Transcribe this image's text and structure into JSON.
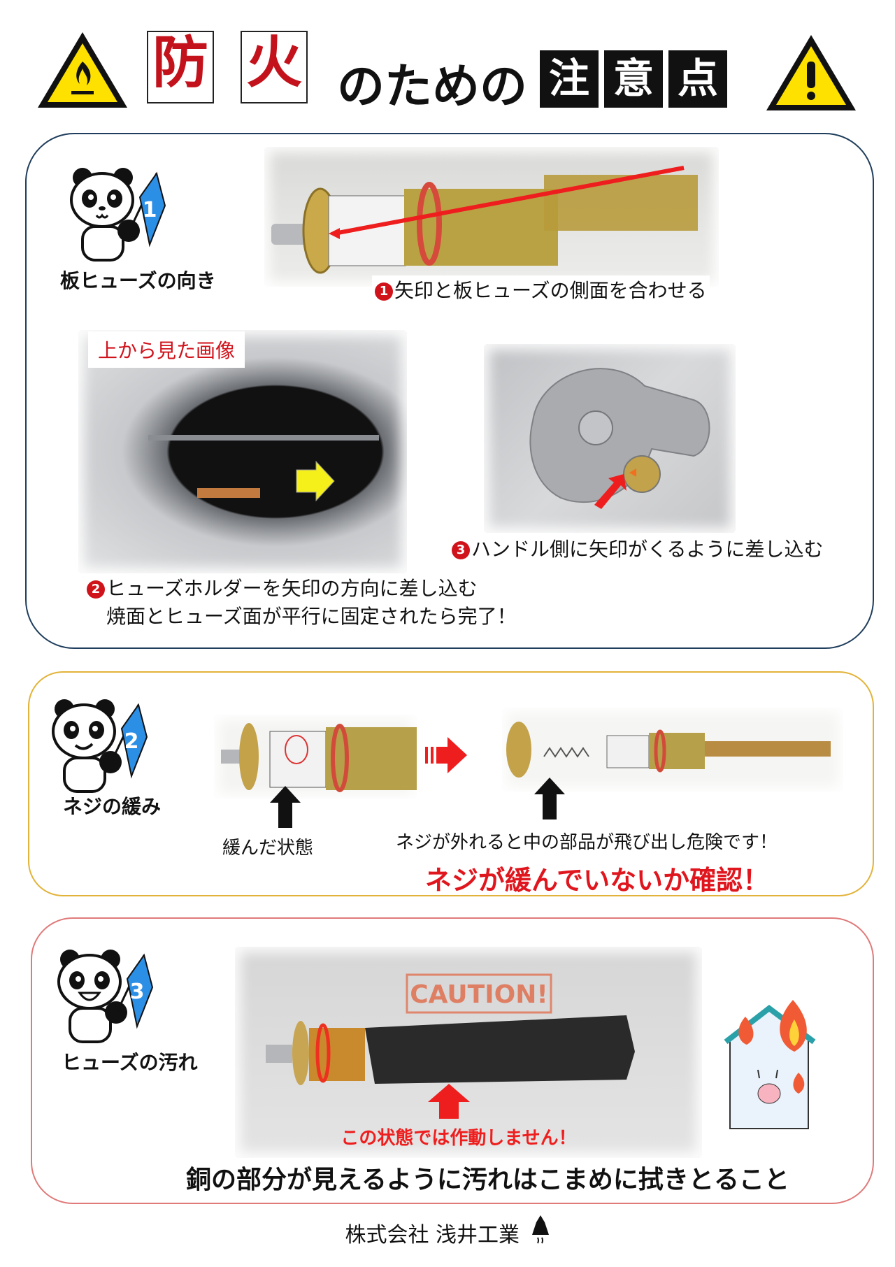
{
  "header": {
    "title_boxed_red": [
      "防",
      "火"
    ],
    "title_middle": "のための",
    "title_boxed_black": [
      "注",
      "意",
      "点"
    ],
    "left_icon": "flammable-warning-icon",
    "right_icon": "exclamation-warning-icon",
    "colors": {
      "red": "#c3121b",
      "yellow": "#ffe100",
      "black": "#111111"
    }
  },
  "sections": [
    {
      "number": "1",
      "label": "板ヒューズの向き",
      "border_color": "#1f3d5c",
      "photo_main_caption_num": "1",
      "photo_main_caption": "矢印と板ヒューズの側面を合わせる",
      "top_view_label": "上から見た画像",
      "step2_num": "2",
      "step2_line1": "ヒューズホルダーを矢印の方向に差し込む",
      "step2_line2": "焼面とヒューズ面が平行に固定されたら完了！",
      "step3_num": "3",
      "step3_caption": "ハンドル側に矢印がくるように差し込む"
    },
    {
      "number": "2",
      "label": "ネジの緩み",
      "border_color": "#e2b33a",
      "loose_caption": "緩んだ状態",
      "danger_caption": "ネジが外れると中の部品が飛び出し危険です！",
      "warning": "ネジが緩んでいないか確認！"
    },
    {
      "number": "3",
      "label": "ヒューズの汚れ",
      "border_color": "#e07a7a",
      "stamp": "CAUTION!",
      "not_working": "この状態では作動しません！",
      "instruction": "銅の部分が見えるように汚れはこまめに拭きとること"
    }
  ],
  "footer": {
    "company": "株式会社 浅井工業",
    "logo_icon": "company-logo-icon"
  }
}
